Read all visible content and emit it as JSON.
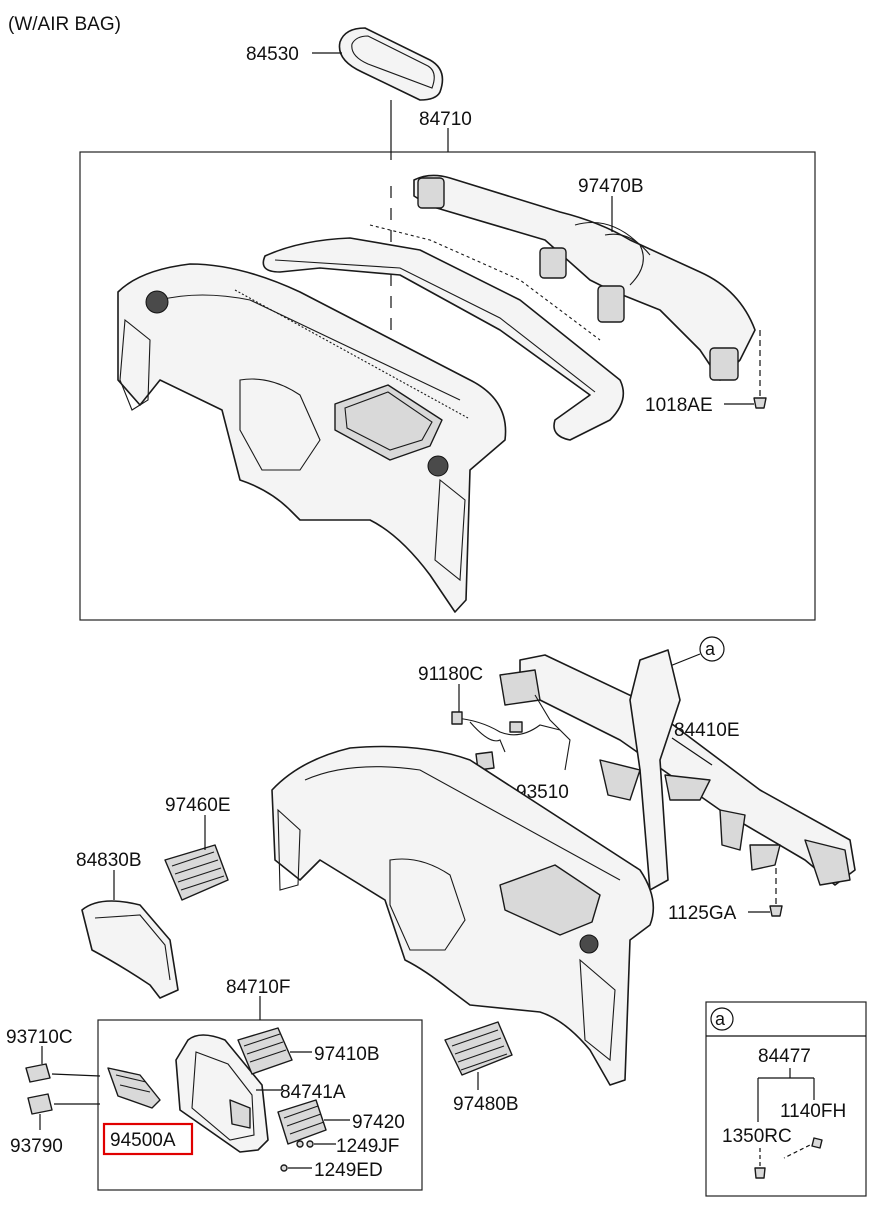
{
  "header": {
    "title": "(W/AIR BAG)"
  },
  "accent_color": "#e00000",
  "parts": [
    {
      "id": "84530",
      "label": "84530"
    },
    {
      "id": "84710",
      "label": "84710"
    },
    {
      "id": "97470B",
      "label": "97470B"
    },
    {
      "id": "1018AE",
      "label": "1018AE"
    },
    {
      "id": "91180C",
      "label": "91180C"
    },
    {
      "id": "84410E",
      "label": "84410E"
    },
    {
      "id": "93510",
      "label": "93510"
    },
    {
      "id": "97460E",
      "label": "97460E"
    },
    {
      "id": "84830B",
      "label": "84830B"
    },
    {
      "id": "1125GA",
      "label": "1125GA"
    },
    {
      "id": "84710F",
      "label": "84710F"
    },
    {
      "id": "93710C",
      "label": "93710C"
    },
    {
      "id": "97410B",
      "label": "97410B"
    },
    {
      "id": "84741A",
      "label": "84741A"
    },
    {
      "id": "97420",
      "label": "97420"
    },
    {
      "id": "97480B",
      "label": "97480B"
    },
    {
      "id": "94500A",
      "label": "94500A",
      "highlighted": true
    },
    {
      "id": "1249JF",
      "label": "1249JF"
    },
    {
      "id": "93790",
      "label": "93790"
    },
    {
      "id": "1249ED",
      "label": "1249ED"
    }
  ],
  "detail_box": {
    "ref": "a",
    "parts": [
      {
        "id": "84477",
        "label": "84477"
      },
      {
        "id": "1140FH",
        "label": "1140FH"
      },
      {
        "id": "1350RC",
        "label": "1350RC"
      }
    ]
  },
  "callout_ref": "a"
}
